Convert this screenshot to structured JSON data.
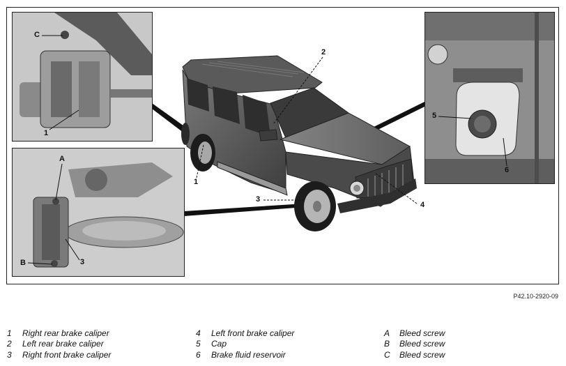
{
  "figure_ref": "P42.10-2920-09",
  "callouts": {
    "vehicle_1": "1",
    "vehicle_2": "2",
    "vehicle_3": "3",
    "vehicle_4": "4",
    "rear_C": "C",
    "rear_1": "1",
    "front_A": "A",
    "front_B": "B",
    "front_3": "3",
    "engine_5": "5",
    "engine_6": "6"
  },
  "legend": [
    {
      "key": "1",
      "text": "Right rear brake caliper"
    },
    {
      "key": "2",
      "text": "Left rear brake caliper"
    },
    {
      "key": "3",
      "text": "Right front brake caliper"
    },
    {
      "key": "4",
      "text": "Left front brake caliper"
    },
    {
      "key": "5",
      "text": "Cap"
    },
    {
      "key": "6",
      "text": "Brake fluid reservoir"
    },
    {
      "key": "A",
      "text": "Bleed screw"
    },
    {
      "key": "B",
      "text": "Bleed screw"
    },
    {
      "key": "C",
      "text": "Bleed screw"
    }
  ]
}
